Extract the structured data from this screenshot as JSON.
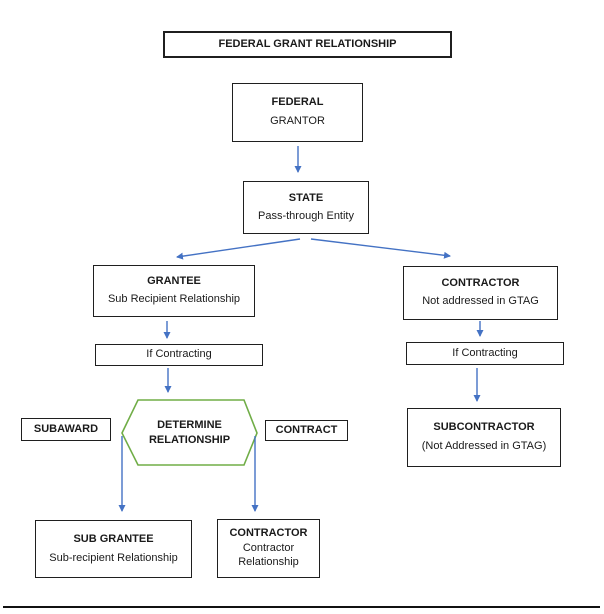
{
  "diagram": {
    "title": "FEDERAL GRANT RELATIONSHIP",
    "nodes": {
      "federal": {
        "title": "FEDERAL",
        "subtitle": "GRANTOR"
      },
      "state": {
        "title": "STATE",
        "subtitle": "Pass-through Entity"
      },
      "grantee": {
        "title": "GRANTEE",
        "subtitle": "Sub Recipient Relationship"
      },
      "contractor_right": {
        "title": "CONTRACTOR",
        "subtitle": "Not addressed in GTAG"
      },
      "if_contracting_left": {
        "label": "If Contracting"
      },
      "if_contracting_right": {
        "label": "If Contracting"
      },
      "determine": {
        "line1": "DETERMINE",
        "line2": "RELATIONSHIP"
      },
      "subaward": {
        "label": "SUBAWARD"
      },
      "contract": {
        "label": "CONTRACT"
      },
      "sub_grantee": {
        "title": "SUB GRANTEE",
        "subtitle": "Sub-recipient Relationship"
      },
      "contractor_bottom": {
        "title": "CONTRACTOR",
        "subtitle": "Contractor Relationship"
      },
      "subcontractor": {
        "title": "SUBCONTRACTOR",
        "subtitle": "(Not Addressed in GTAG)"
      }
    },
    "colors": {
      "arrow": "#4472C4",
      "hexagon_border": "#70AD47",
      "box_border": "#1f1f1f"
    }
  }
}
